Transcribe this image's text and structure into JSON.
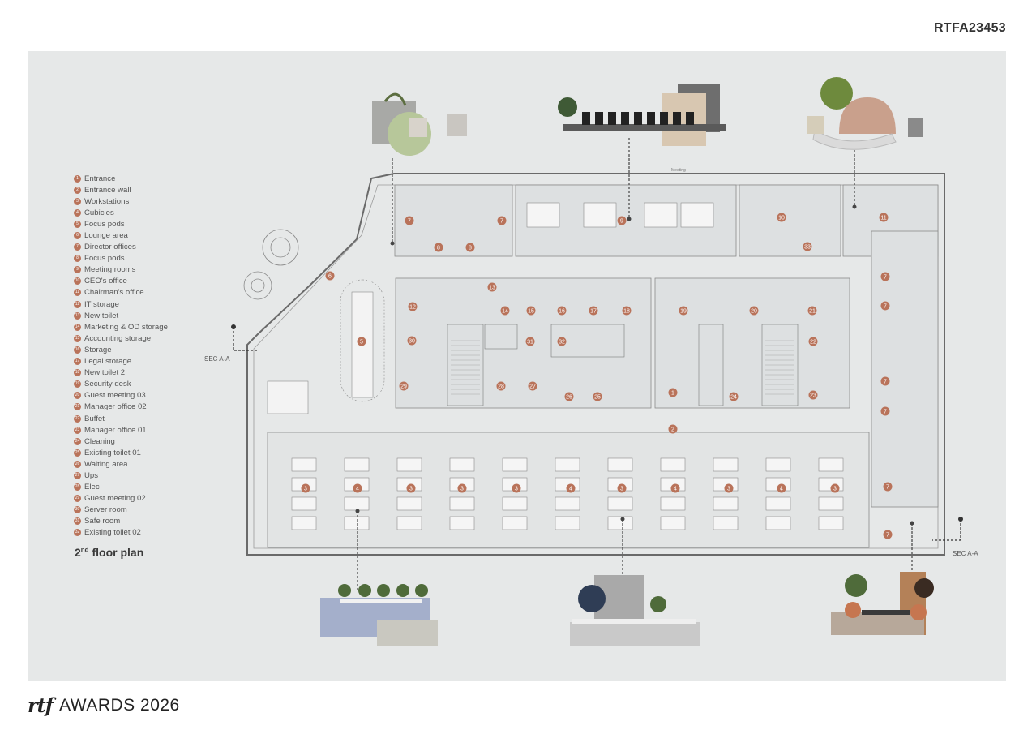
{
  "code": "RTFA23453",
  "legend": [
    {
      "num": "1",
      "label": "Entrance"
    },
    {
      "num": "2",
      "label": "Entrance wall"
    },
    {
      "num": "3",
      "label": "Workstations"
    },
    {
      "num": "4",
      "label": "Cubicles"
    },
    {
      "num": "5",
      "label": "Focus pods"
    },
    {
      "num": "6",
      "label": "Lounge area"
    },
    {
      "num": "7",
      "label": "Director offices"
    },
    {
      "num": "8",
      "label": "Focus pods"
    },
    {
      "num": "9",
      "label": "Meeting rooms"
    },
    {
      "num": "10",
      "label": "CEO's office"
    },
    {
      "num": "11",
      "label": "Chairman's office"
    },
    {
      "num": "12",
      "label": "IT storage"
    },
    {
      "num": "13",
      "label": "New toilet"
    },
    {
      "num": "14",
      "label": "Marketing & OD storage"
    },
    {
      "num": "15",
      "label": "Accounting storage"
    },
    {
      "num": "16",
      "label": "Storage"
    },
    {
      "num": "17",
      "label": "Legal storage"
    },
    {
      "num": "18",
      "label": "New toilet 2"
    },
    {
      "num": "19",
      "label": "Security desk"
    },
    {
      "num": "20",
      "label": "Guest meeting 03"
    },
    {
      "num": "21",
      "label": "Manager office 02"
    },
    {
      "num": "22",
      "label": "Buffet"
    },
    {
      "num": "23",
      "label": "Manager office 01"
    },
    {
      "num": "24",
      "label": "Cleaning"
    },
    {
      "num": "25",
      "label": "Existing toilet 01"
    },
    {
      "num": "26",
      "label": "Waiting area"
    },
    {
      "num": "27",
      "label": "Ups"
    },
    {
      "num": "28",
      "label": "Elec"
    },
    {
      "num": "29",
      "label": "Guest meeting 02"
    },
    {
      "num": "30",
      "label": "Server room"
    },
    {
      "num": "31",
      "label": "Safe room"
    },
    {
      "num": "32",
      "label": "Existing toilet 02"
    }
  ],
  "plan_title_main": "2",
  "plan_title_sup": "nd",
  "plan_title_rest": " floor plan",
  "section_label": "SEC A-A",
  "meeting_label": "Meeting",
  "footer": {
    "logo": "rtf",
    "awards": "AWARDS 2026"
  },
  "plan_markers": {
    "top": [
      "7",
      "7",
      "8",
      "8",
      "9",
      "10",
      "33",
      "11"
    ],
    "core": [
      "12",
      "13",
      "14",
      "15",
      "16",
      "17",
      "18",
      "19",
      "20",
      "21",
      "22",
      "23",
      "24",
      "25",
      "26",
      "27",
      "28",
      "29",
      "30",
      "31",
      "32",
      "1",
      "2"
    ],
    "work_row": [
      "3",
      "4",
      "3",
      "3",
      "3",
      "4",
      "3",
      "4",
      "3",
      "4",
      "3"
    ],
    "right": [
      "7",
      "7",
      "7",
      "7",
      "7",
      "7"
    ],
    "left": [
      "5",
      "6"
    ]
  },
  "colors": {
    "accent": "#b9735a",
    "sheet": "#e6e8e8",
    "wall": "#6a6a6a"
  }
}
